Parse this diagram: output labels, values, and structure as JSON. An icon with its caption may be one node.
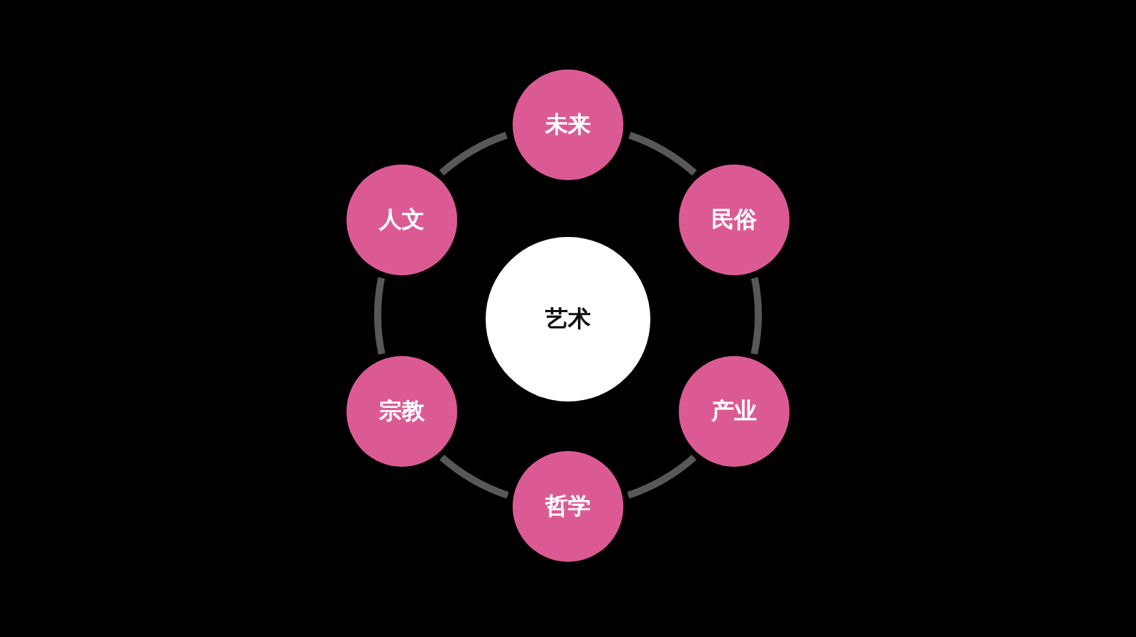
{
  "diagram": {
    "nodes": [
      {
        "text": [
          "未来"
        ]
      },
      {
        "text": [
          "人文"
        ]
      },
      {
        "text": [
          "民俗"
        ]
      },
      {
        "text": [
          "艺术"
        ]
      },
      {
        "text": [
          "宗教"
        ]
      },
      {
        "text": [
          "产业"
        ]
      },
      {
        "text": [
          "哲学"
        ]
      }
    ],
    "edges": [
      {
        "from": 0,
        "to": 2,
        "arrow": "none"
      },
      {
        "from": 2,
        "to": 5,
        "arrow": "none"
      },
      {
        "from": 5,
        "to": 6,
        "arrow": "none"
      },
      {
        "from": 6,
        "to": 4,
        "arrow": "none"
      },
      {
        "from": 4,
        "to": 1,
        "arrow": "none"
      },
      {
        "from": 1,
        "to": 0,
        "arrow": "none"
      }
    ]
  }
}
